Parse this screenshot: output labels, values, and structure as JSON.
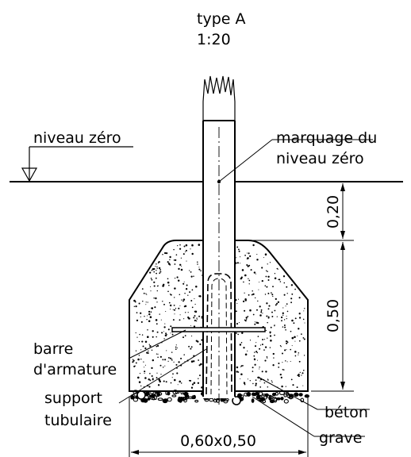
{
  "header": {
    "type": "type A",
    "scale": "1:20"
  },
  "labels": {
    "ground_level": "niveau zéro",
    "marker_line1": "marquage du",
    "marker_line2": "niveau zéro",
    "rebar_line1": "barre",
    "rebar_line2": "d'armature",
    "support_line1": "support",
    "support_line2": "tubulaire",
    "concrete": "béton",
    "gravel": "grave"
  },
  "dimensions": {
    "depth_top": "0,20",
    "depth_block": "0,50",
    "base_size": "0,60x0,50"
  }
}
